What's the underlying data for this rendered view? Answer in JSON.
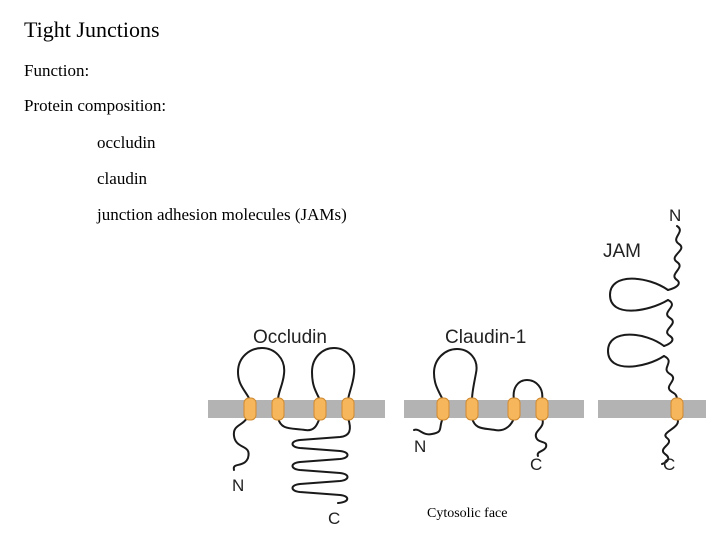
{
  "slide": {
    "title": "Tight Junctions",
    "function_label": "Function:",
    "protein_label": "Protein composition:",
    "proteins": [
      "occludin",
      "claudin",
      "junction adhesion molecules (JAMs)"
    ]
  },
  "diagram": {
    "occludin_label": "Occludin",
    "claudin_label": "Claudin-1",
    "jam_label": "JAM",
    "n_terminus": "N",
    "c_terminus": "C",
    "cytosolic_label": "Cytosolic face",
    "colors": {
      "membrane": "#b3b3b3",
      "segment_fill": "#f6b75c",
      "segment_stroke": "#d08a30",
      "chain": "#1a1a1a"
    }
  }
}
